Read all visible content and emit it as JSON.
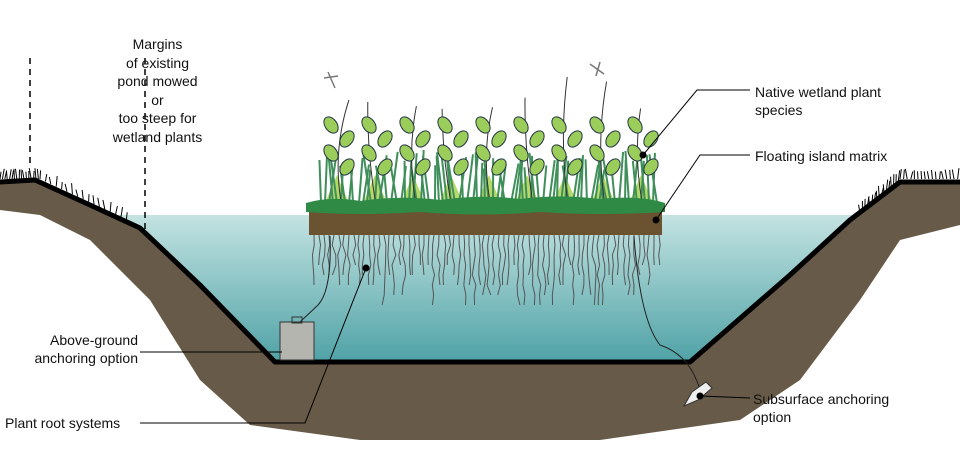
{
  "labels": {
    "margins": [
      "Margins",
      "of existing",
      "pond mowed",
      "or",
      "too steep for",
      "wetland plants"
    ],
    "native_plants": [
      "Native wetland plant",
      "species"
    ],
    "floating_matrix": "Floating island matrix",
    "above_ground_anchor": [
      "Above-ground",
      "anchoring option"
    ],
    "root_systems": "Plant root systems",
    "subsurface_anchor": [
      "Subsurface anchoring",
      "option"
    ]
  },
  "colors": {
    "soil": "#675a48",
    "water_top": "#c4e3e2",
    "water_bottom": "#4fa2a6",
    "matrix_brown": "#6b5230",
    "mat_green": "#2f8a45",
    "leaf_green": "#9acd5a",
    "grass_green": "#3f8f5a",
    "anchor_grey": "#b5b5b0"
  }
}
